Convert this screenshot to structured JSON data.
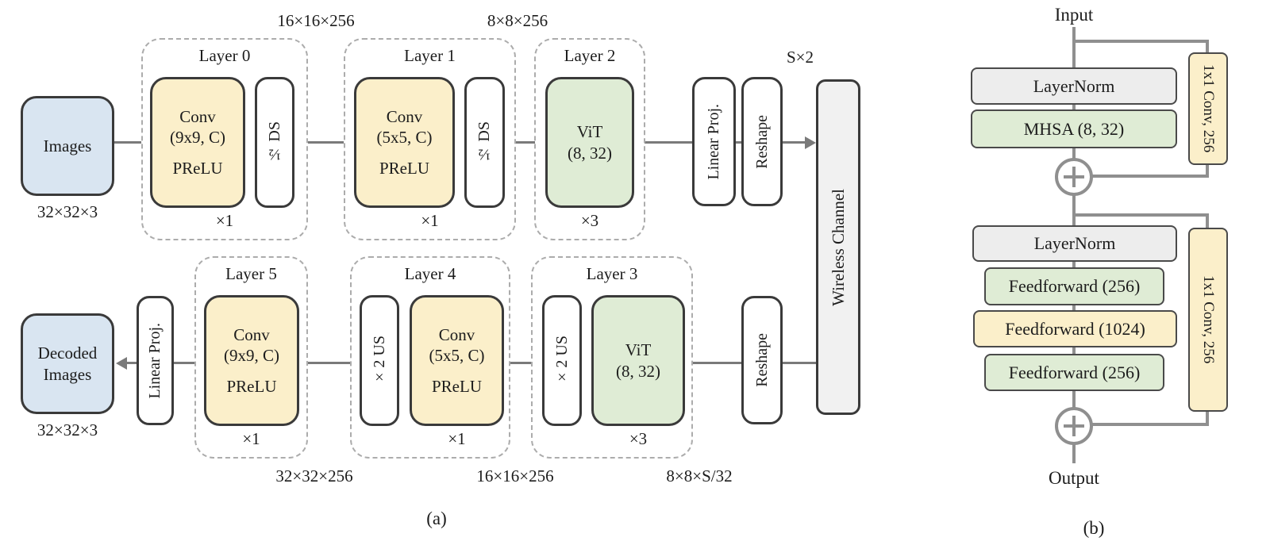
{
  "colors": {
    "conv_yellow": "#FBEFCA",
    "vit_green": "#DFECD5",
    "io_blue": "#D9E5F1",
    "neutral_gray": "#EFEFEF",
    "solid_border": "#3A3A3A",
    "dashed_border": "#ACACAC",
    "connector_line": "#7A7A7A",
    "panel_b_line": "#8F8F8F"
  },
  "icons": {
    "add": "plus-in-circle",
    "flow_arrow": "triangle-arrowhead"
  },
  "panel_a": {
    "caption": "(a)",
    "images_label": "Images",
    "images_dim": "32×32×3",
    "decoded_label": "Decoded\nImages",
    "decoded_dim": "32×32×3",
    "dims_top": {
      "after_layer0": "16×16×256",
      "after_layer1": "8×8×256",
      "channel_input": "S×2"
    },
    "dims_bottom": {
      "after_layer5": "32×32×256",
      "after_layer4": "16×16×256",
      "after_layer3": "8×8×S/32"
    },
    "encoder": {
      "layer0": {
        "title": "Layer 0",
        "conv": "Conv\n(9x9, C)",
        "act": "PReLU",
        "resample": "½ DS",
        "repeat": "×1"
      },
      "layer1": {
        "title": "Layer 1",
        "conv": "Conv\n(5x5, C)",
        "act": "PReLU",
        "resample": "½ DS",
        "repeat": "×1"
      },
      "layer2": {
        "title": "Layer 2",
        "vit": "ViT\n(8, 32)",
        "repeat": "×3"
      }
    },
    "decoder": {
      "layer5": {
        "title": "Layer 5",
        "conv": "Conv\n(9x9, C)",
        "act": "PReLU",
        "repeat": "×1"
      },
      "layer4": {
        "title": "Layer 4",
        "resample": "×2 US",
        "conv": "Conv\n(5x5, C)",
        "act": "PReLU",
        "repeat": "×1"
      },
      "layer3": {
        "title": "Layer 3",
        "resample": "×2 US",
        "vit": "ViT\n(8, 32)",
        "repeat": "×3"
      }
    },
    "tx": {
      "linear_proj": "Linear Proj.",
      "reshape": "Reshape"
    },
    "rx": {
      "linear_proj": "Linear Proj.",
      "reshape": "Reshape"
    },
    "channel_label": "Wireless Channel"
  },
  "panel_b": {
    "caption": "(b)",
    "input_label": "Input",
    "output_label": "Output",
    "attn": {
      "norm": "LayerNorm",
      "mhsa": "MHSA (8, 32)",
      "skip_conv": "1x1 Conv, 256"
    },
    "ffn": {
      "norm": "LayerNorm",
      "ff1": "Feedforward (256)",
      "ff2": "Feedforward (1024)",
      "ff3": "Feedforward (256)",
      "skip_conv": "1x1 Conv, 256"
    }
  }
}
